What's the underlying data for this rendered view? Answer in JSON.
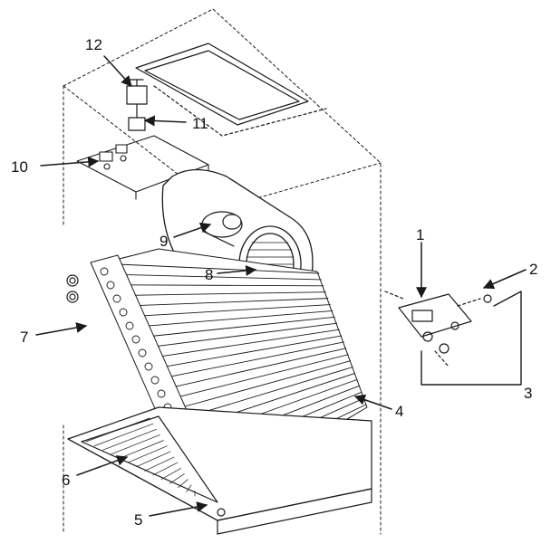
{
  "diagram": {
    "callouts": [
      {
        "id": "c1",
        "text": "1"
      },
      {
        "id": "c2",
        "text": "2"
      },
      {
        "id": "c3",
        "text": "3"
      },
      {
        "id": "c4",
        "text": "4"
      },
      {
        "id": "c5",
        "text": "5"
      },
      {
        "id": "c6",
        "text": "6"
      },
      {
        "id": "c7",
        "text": "7"
      },
      {
        "id": "c8",
        "text": "8"
      },
      {
        "id": "c9",
        "text": "9"
      },
      {
        "id": "c10",
        "text": "10"
      },
      {
        "id": "c11",
        "text": "11"
      },
      {
        "id": "c12",
        "text": "12"
      }
    ],
    "colors": {
      "ink": "#1a1a1a",
      "background": "#ffffff",
      "shade": "#b0b0b0"
    }
  }
}
